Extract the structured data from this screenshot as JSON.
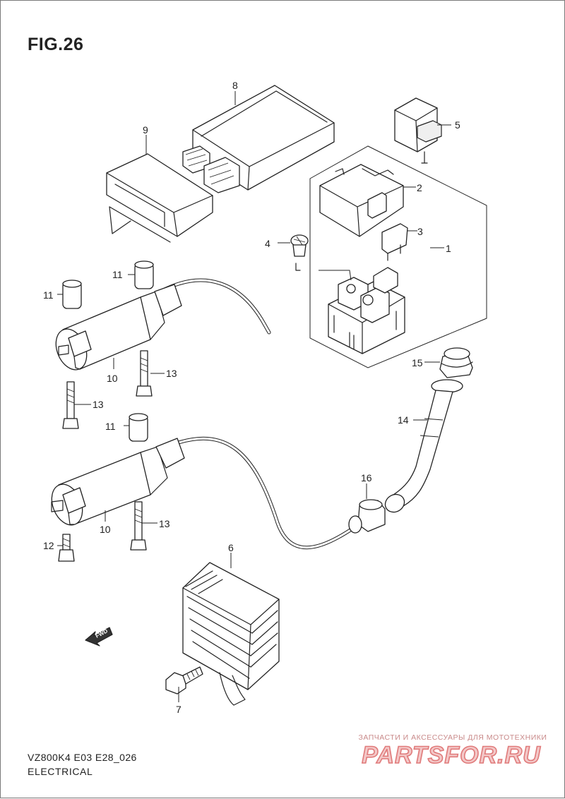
{
  "figure": {
    "title": "FIG.26"
  },
  "footer": {
    "model_code": "VZ800K4 E03 E28_026",
    "section": "ELECTRICAL"
  },
  "fwd_label": "FWD",
  "callouts": {
    "c1": "1",
    "c2": "2",
    "c3": "3",
    "c4": "4",
    "c5": "5",
    "c6": "6",
    "c7": "7",
    "c8": "8",
    "c9": "9",
    "c10a": "10",
    "c10b": "10",
    "c11a": "11",
    "c11b": "11",
    "c11c": "11",
    "c12": "12",
    "c13a": "13",
    "c13b": "13",
    "c13c": "13",
    "c14": "14",
    "c15": "15",
    "c16": "16"
  },
  "watermark": {
    "tagline": "ЗАПЧАСТИ И АКСЕССУАРЫ ДЛЯ МОТОТЕХНИКИ",
    "logo": "PARTSFOR.RU",
    "color": "#e07a7a"
  }
}
